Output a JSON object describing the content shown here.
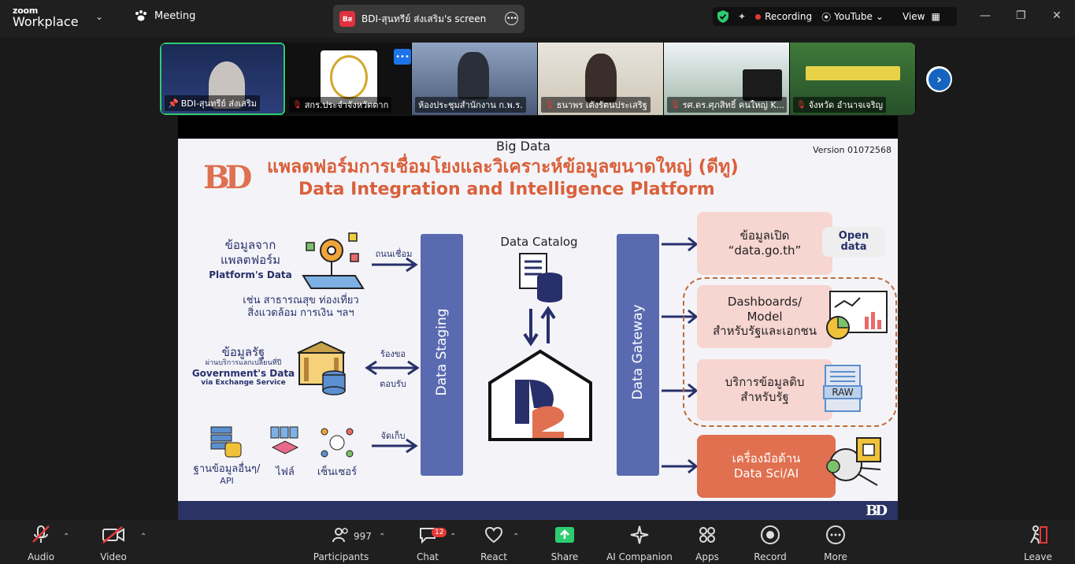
{
  "app": {
    "brand_top": "zoom",
    "brand_name": "Workplace",
    "meeting_label": "Meeting"
  },
  "share_tab": {
    "avatar": "Bส",
    "title": "BDI-สุนทรีย์ ส่งเสริม's screen"
  },
  "status": {
    "recording": "Recording",
    "youtube": "YouTube",
    "view": "View"
  },
  "thumbnails": [
    {
      "label": "BDI-สุนทรีย์ ส่งเสริม",
      "active": true
    },
    {
      "label": "สกร.ประจำจังหวัดตาก"
    },
    {
      "label": "ห้องประชุมสำนักงาน ก.พ.ร."
    },
    {
      "label": "ธนาพร เตังรัตนประเสริฐ"
    },
    {
      "label": "รศ.ดร.ศุภสิทธิ์ คนใหญ่ K..."
    },
    {
      "label": "จังหวัด อำนาจเจริญ"
    }
  ],
  "slide": {
    "version": "Version 01072568",
    "logo": "BD",
    "title_th": "แพลตฟอร์มการเชื่อมโยงและวิเคราะห์ข้อมูลขนาดใหญ่ (ดีทู)",
    "title_en": "Data Integration and Intelligence Platform",
    "sources": {
      "platform_th1": "ข้อมูลจาก",
      "platform_th2": "แพลตฟอร์ม",
      "platform_en": "Platform's Data",
      "platform_examples1": "เช่น สาธารณสุข ท่องเที่ยว",
      "platform_examples2": "สิ่งแวดล้อม การเงิน ฯลฯ",
      "gov_th": "ข้อมูลรัฐ",
      "gov_sub": "ผ่านบริการแลกเปลี่ยนที่ปี",
      "gov_en": "Government's Data",
      "gov_en_sub": "via Exchange Service",
      "db_label1": "ฐานข้อมูลอื่นๆ/",
      "db_label2": "API",
      "file_label": "ไฟล์",
      "sensor_label": "เซ็นเซอร์"
    },
    "arrows": {
      "a1": "ถนนเชื่อม",
      "a2_top": "ร้องขอ",
      "a2_bot": "ตอบรับ",
      "a3": "จัดเก็บ"
    },
    "staging": "Data Staging",
    "catalog": "Data Catalog",
    "big_data": "Big Data",
    "d2_logo": "D2",
    "gateway": "Data Gateway",
    "outputs": {
      "open1": "ข้อมูลเปิด",
      "open2": "“data.go.th”",
      "open_tag1": "Open",
      "open_tag2": "data",
      "dash1": "Dashboards/",
      "dash2": "Model",
      "dash3": "สำหรับรัฐและเอกชน",
      "raw1": "บริการข้อมูลดิบ",
      "raw2": "สำหรับรัฐ",
      "raw_tag": "RAW",
      "tools1": "เครื่องมือด้าน",
      "tools2": "Data Sci/AI"
    },
    "footer_logo": "BD"
  },
  "toolbar": {
    "audio": "Audio",
    "video": "Video",
    "participants": "Participants",
    "participants_count": "997",
    "chat": "Chat",
    "chat_badge": "12",
    "react": "React",
    "share": "Share",
    "ai": "AI Companion",
    "apps": "Apps",
    "record": "Record",
    "more": "More",
    "leave": "Leave"
  },
  "colors": {
    "accent_orange": "#d9603b",
    "navy": "#27306b",
    "bar_blue": "#5a6ab0",
    "zoom_blue": "#1e73e8",
    "share_green": "#2ecc71"
  }
}
